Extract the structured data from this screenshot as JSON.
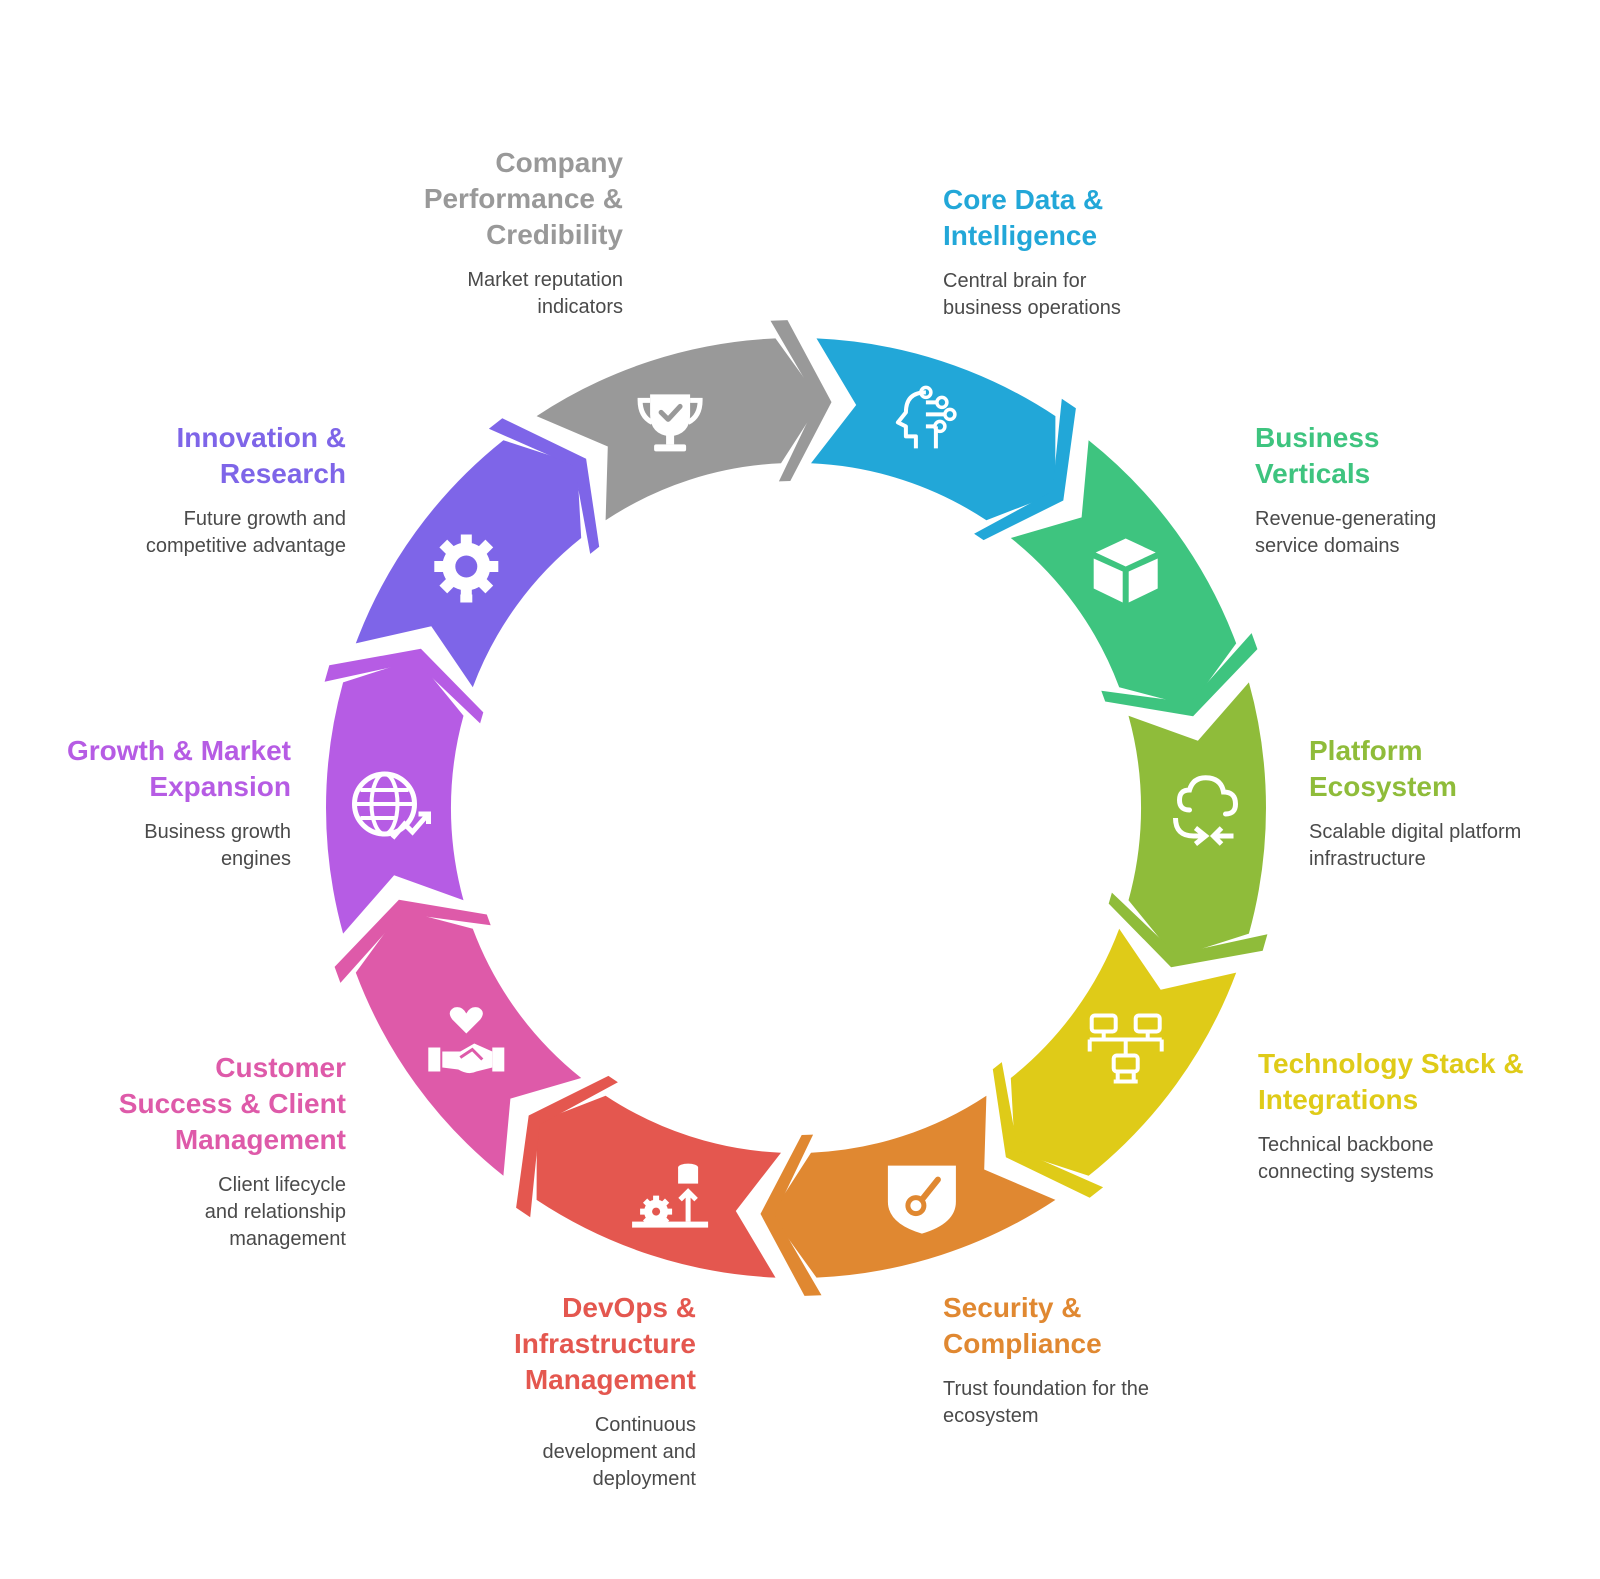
{
  "segments": [
    {
      "id": "core",
      "title": "Core Data & Intelligence",
      "desc": "Central brain for business operations",
      "color": "#22a7d8",
      "icon": "brain-network-icon"
    },
    {
      "id": "verticals",
      "title": "Business Verticals",
      "desc": "Revenue-generating service domains",
      "color": "#3ec47f",
      "icon": "cube-icon"
    },
    {
      "id": "platform",
      "title": "Platform Ecosystem",
      "desc": "Scalable digital platform infrastructure",
      "color": "#8fbc3a",
      "icon": "cloud-sync-icon"
    },
    {
      "id": "tech",
      "title": "Technology Stack & Integrations",
      "desc": "Technical backbone connecting systems",
      "color": "#dfcb18",
      "icon": "network-nodes-icon"
    },
    {
      "id": "security",
      "title": "Security & Compliance",
      "desc": "Trust foundation for the ecosystem",
      "color": "#e08831",
      "icon": "shield-key-icon"
    },
    {
      "id": "devops",
      "title": "DevOps & Infrastructure Management",
      "desc": "Continuous development and deployment",
      "color": "#e4574f",
      "icon": "gear-deploy-icon"
    },
    {
      "id": "customer",
      "title": "Customer Success & Client Management",
      "desc": "Client lifecycle and relationship management",
      "color": "#de5aa9",
      "icon": "handshake-heart-icon"
    },
    {
      "id": "growth",
      "title": "Growth & Market Expansion",
      "desc": "Business growth engines",
      "color": "#b65ce4",
      "icon": "globe-growth-icon"
    },
    {
      "id": "innovation",
      "title": "Innovation & Research",
      "desc": "Future growth and competitive advantage",
      "color": "#7e65e8",
      "icon": "gear-bulb-icon"
    },
    {
      "id": "performance",
      "title": "Company Performance & Credibility",
      "desc": "Market reputation indicators",
      "color": "#999999",
      "icon": "trophy-check-icon"
    }
  ]
}
